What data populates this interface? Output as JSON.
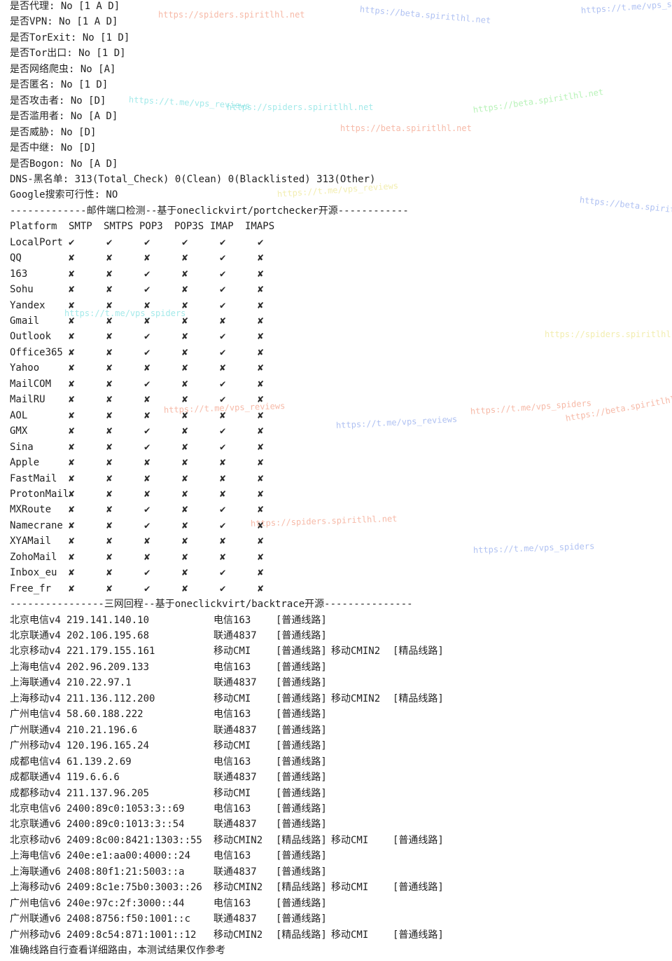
{
  "colors": {
    "background": "#ffffff",
    "text": "#1f1f1f",
    "watermark_orange": "#f08060",
    "watermark_blue": "#6f8fe8",
    "watermark_cyan": "#58d8d8",
    "watermark_green": "#7ee87e",
    "watermark_yellow": "#e8e070"
  },
  "info_lines": [
    "是否代理: No [1 A D]",
    "是否VPN: No [1 A D]",
    "是否TorExit: No [1 D]",
    "是否Tor出口: No [1 D]",
    "是否网络爬虫: No [A]",
    "是否匿名: No [1 D]",
    "是否攻击者: No [D]",
    "是否滥用者: No [A D]",
    "是否威胁: No [D]",
    "是否中继: No [D]",
    "是否Bogon: No [A D]",
    "DNS-黑名单: 313(Total_Check) 0(Clean) 0(Blacklisted) 313(Other)",
    "Google搜索可行性: NO"
  ],
  "mail_section": {
    "header": "-------------邮件端口检测--基于oneclickvirt/portchecker开源------------",
    "columns": [
      "Platform",
      "SMTP",
      "SMTPS",
      "POP3",
      "POP3S",
      "IMAP",
      "IMAPS"
    ],
    "symbols": {
      "yes": "✔",
      "no": "✘"
    },
    "rows": [
      {
        "platform": "LocalPort",
        "ports": [
          true,
          true,
          true,
          true,
          true,
          true
        ]
      },
      {
        "platform": "QQ",
        "ports": [
          false,
          false,
          false,
          false,
          true,
          false
        ]
      },
      {
        "platform": "163",
        "ports": [
          false,
          false,
          true,
          false,
          true,
          false
        ]
      },
      {
        "platform": "Sohu",
        "ports": [
          false,
          false,
          true,
          false,
          true,
          false
        ]
      },
      {
        "platform": "Yandex",
        "ports": [
          false,
          false,
          false,
          false,
          true,
          false
        ]
      },
      {
        "platform": "Gmail",
        "ports": [
          false,
          false,
          false,
          false,
          false,
          false
        ]
      },
      {
        "platform": "Outlook",
        "ports": [
          false,
          false,
          true,
          false,
          true,
          false
        ]
      },
      {
        "platform": "Office365",
        "ports": [
          false,
          false,
          true,
          false,
          true,
          false
        ]
      },
      {
        "platform": "Yahoo",
        "ports": [
          false,
          false,
          false,
          false,
          false,
          false
        ]
      },
      {
        "platform": "MailCOM",
        "ports": [
          false,
          false,
          true,
          false,
          true,
          false
        ]
      },
      {
        "platform": "MailRU",
        "ports": [
          false,
          false,
          false,
          false,
          true,
          false
        ]
      },
      {
        "platform": "AOL",
        "ports": [
          false,
          false,
          false,
          false,
          false,
          false
        ]
      },
      {
        "platform": "GMX",
        "ports": [
          false,
          false,
          true,
          false,
          true,
          false
        ]
      },
      {
        "platform": "Sina",
        "ports": [
          false,
          false,
          true,
          false,
          true,
          false
        ]
      },
      {
        "platform": "Apple",
        "ports": [
          false,
          false,
          false,
          false,
          false,
          false
        ]
      },
      {
        "platform": "FastMail",
        "ports": [
          false,
          false,
          false,
          false,
          false,
          false
        ]
      },
      {
        "platform": "ProtonMail",
        "ports": [
          false,
          false,
          false,
          false,
          false,
          false
        ]
      },
      {
        "platform": "MXRoute",
        "ports": [
          false,
          false,
          true,
          false,
          true,
          false
        ]
      },
      {
        "platform": "Namecrane",
        "ports": [
          false,
          false,
          true,
          false,
          true,
          false
        ]
      },
      {
        "platform": "XYAMail",
        "ports": [
          false,
          false,
          false,
          false,
          false,
          false
        ]
      },
      {
        "platform": "ZohoMail",
        "ports": [
          false,
          false,
          false,
          false,
          false,
          false
        ]
      },
      {
        "platform": "Inbox_eu",
        "ports": [
          false,
          false,
          true,
          false,
          true,
          false
        ]
      },
      {
        "platform": "Free_fr",
        "ports": [
          false,
          false,
          true,
          false,
          true,
          false
        ]
      }
    ]
  },
  "trace_section": {
    "header": "----------------三网回程--基于oneclickvirt/backtrace开源---------------",
    "rows": [
      {
        "name": "北京电信v4",
        "ip": "219.141.140.10",
        "isp1": "电信163",
        "route1": "[普通线路]",
        "isp2": "",
        "route2": ""
      },
      {
        "name": "北京联通v4",
        "ip": "202.106.195.68",
        "isp1": "联通4837",
        "route1": "[普通线路]",
        "isp2": "",
        "route2": ""
      },
      {
        "name": "北京移动v4",
        "ip": "221.179.155.161",
        "isp1": "移动CMI",
        "route1": "[普通线路]",
        "isp2": "移动CMIN2",
        "route2": "[精品线路]"
      },
      {
        "name": "上海电信v4",
        "ip": "202.96.209.133",
        "isp1": "电信163",
        "route1": "[普通线路]",
        "isp2": "",
        "route2": ""
      },
      {
        "name": "上海联通v4",
        "ip": "210.22.97.1",
        "isp1": "联通4837",
        "route1": "[普通线路]",
        "isp2": "",
        "route2": ""
      },
      {
        "name": "上海移动v4",
        "ip": "211.136.112.200",
        "isp1": "移动CMI",
        "route1": "[普通线路]",
        "isp2": "移动CMIN2",
        "route2": "[精品线路]"
      },
      {
        "name": "广州电信v4",
        "ip": "58.60.188.222",
        "isp1": "电信163",
        "route1": "[普通线路]",
        "isp2": "",
        "route2": ""
      },
      {
        "name": "广州联通v4",
        "ip": "210.21.196.6",
        "isp1": "联通4837",
        "route1": "[普通线路]",
        "isp2": "",
        "route2": ""
      },
      {
        "name": "广州移动v4",
        "ip": "120.196.165.24",
        "isp1": "移动CMI",
        "route1": "[普通线路]",
        "isp2": "",
        "route2": ""
      },
      {
        "name": "成都电信v4",
        "ip": "61.139.2.69",
        "isp1": "电信163",
        "route1": "[普通线路]",
        "isp2": "",
        "route2": ""
      },
      {
        "name": "成都联通v4",
        "ip": "119.6.6.6",
        "isp1": "联通4837",
        "route1": "[普通线路]",
        "isp2": "",
        "route2": ""
      },
      {
        "name": "成都移动v4",
        "ip": "211.137.96.205",
        "isp1": "移动CMI",
        "route1": "[普通线路]",
        "isp2": "",
        "route2": ""
      },
      {
        "name": "北京电信v6",
        "ip": "2400:89c0:1053:3::69",
        "isp1": "电信163",
        "route1": "[普通线路]",
        "isp2": "",
        "route2": ""
      },
      {
        "name": "北京联通v6",
        "ip": "2400:89c0:1013:3::54",
        "isp1": "联通4837",
        "route1": "[普通线路]",
        "isp2": "",
        "route2": ""
      },
      {
        "name": "北京移动v6",
        "ip": "2409:8c00:8421:1303::55",
        "isp1": "移动CMIN2",
        "route1": "[精品线路]",
        "isp2": "移动CMI",
        "route2": "[普通线路]"
      },
      {
        "name": "上海电信v6",
        "ip": "240e:e1:aa00:4000::24",
        "isp1": "电信163",
        "route1": "[普通线路]",
        "isp2": "",
        "route2": ""
      },
      {
        "name": "上海联通v6",
        "ip": "2408:80f1:21:5003::a",
        "isp1": "联通4837",
        "route1": "[普通线路]",
        "isp2": "",
        "route2": ""
      },
      {
        "name": "上海移动v6",
        "ip": "2409:8c1e:75b0:3003::26",
        "isp1": "移动CMIN2",
        "route1": "[精品线路]",
        "isp2": "移动CMI",
        "route2": "[普通线路]"
      },
      {
        "name": "广州电信v6",
        "ip": "240e:97c:2f:3000::44",
        "isp1": "电信163",
        "route1": "[普通线路]",
        "isp2": "",
        "route2": ""
      },
      {
        "name": "广州联通v6",
        "ip": "2408:8756:f50:1001::c",
        "isp1": "联通4837",
        "route1": "[普通线路]",
        "isp2": "",
        "route2": ""
      },
      {
        "name": "广州移动v6",
        "ip": "2409:8c54:871:1001::12",
        "isp1": "移动CMIN2",
        "route1": "[精品线路]",
        "isp2": "移动CMI",
        "route2": "[普通线路]"
      }
    ],
    "footer_lines": [
      "准确线路自行查看详细路由，本测试结果仅作参考"
    ]
  },
  "watermarks": [
    {
      "text": "https://spiders.spiritlhl.net",
      "color": "watermark_orange"
    },
    {
      "text": "https://beta.spiritlhl.net",
      "color": "watermark_blue"
    },
    {
      "text": "https://t.me/vps_spiders",
      "color": "watermark_blue"
    },
    {
      "text": "https://t.me/vps_reviews",
      "color": "watermark_cyan"
    },
    {
      "text": "https://spiders.spiritlhl.net",
      "color": "watermark_cyan"
    },
    {
      "text": "https://beta.spiritlhl.net",
      "color": "watermark_green"
    },
    {
      "text": "https://beta.spiritlhl.net",
      "color": "watermark_orange"
    },
    {
      "text": "https://t.me/vps_reviews",
      "color": "watermark_yellow"
    },
    {
      "text": "https://beta.spiritlhl.net",
      "color": "watermark_blue"
    },
    {
      "text": "https://t.me/vps_spiders",
      "color": "watermark_cyan"
    },
    {
      "text": "https://spiders.spiritlhl.net",
      "color": "watermark_yellow"
    },
    {
      "text": "https://t.me/vps_reviews",
      "color": "watermark_orange"
    },
    {
      "text": "https://t.me/vps_spiders",
      "color": "watermark_orange"
    },
    {
      "text": "https://beta.spiritlhl.net",
      "color": "watermark_orange"
    },
    {
      "text": "https://t.me/vps_reviews",
      "color": "watermark_blue"
    },
    {
      "text": "https://spiders.spiritlhl.net",
      "color": "watermark_orange"
    },
    {
      "text": "https://t.me/vps_spiders",
      "color": "watermark_blue"
    }
  ]
}
